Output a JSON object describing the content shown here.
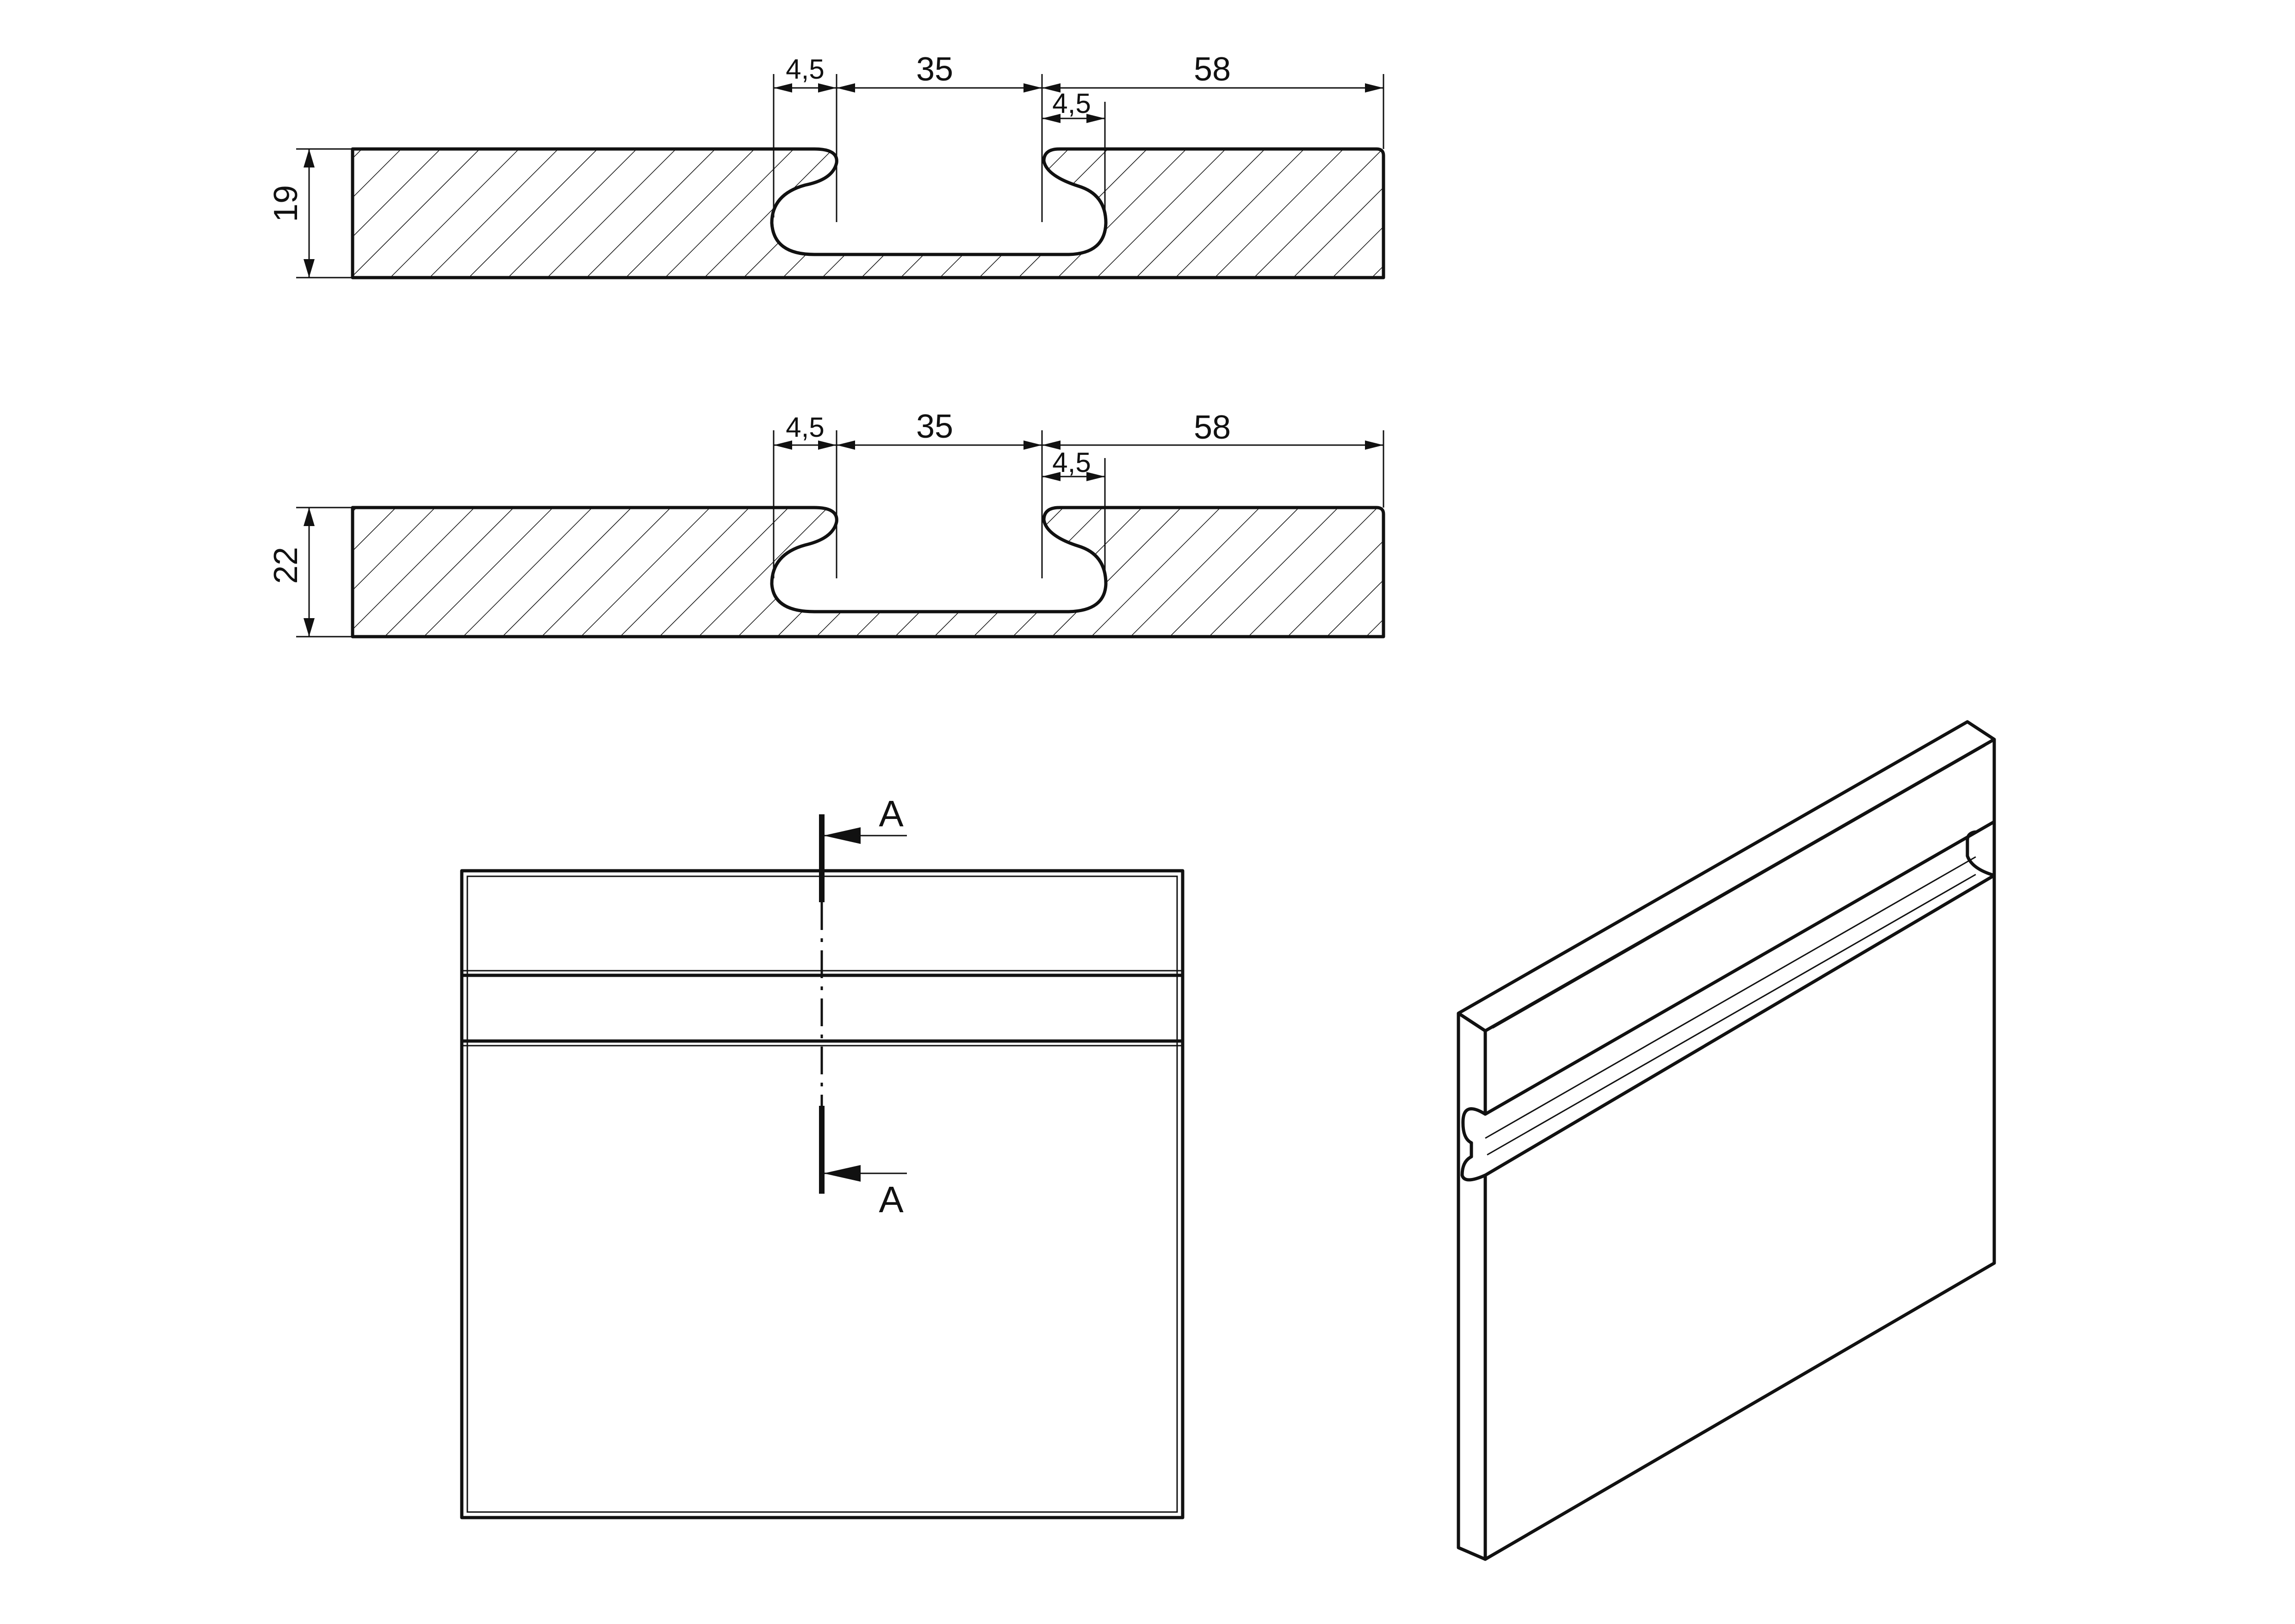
{
  "sections": [
    {
      "thickness_label": "19",
      "left_offset_label": "4,5",
      "groove_width_label": "35",
      "right_width_label": "58",
      "right_offset_label": "4,5"
    },
    {
      "thickness_label": "22",
      "left_offset_label": "4,5",
      "groove_width_label": "35",
      "right_width_label": "58",
      "right_offset_label": "4,5"
    }
  ],
  "front_view": {
    "cut_label_top": "A",
    "cut_label_bottom": "A"
  }
}
